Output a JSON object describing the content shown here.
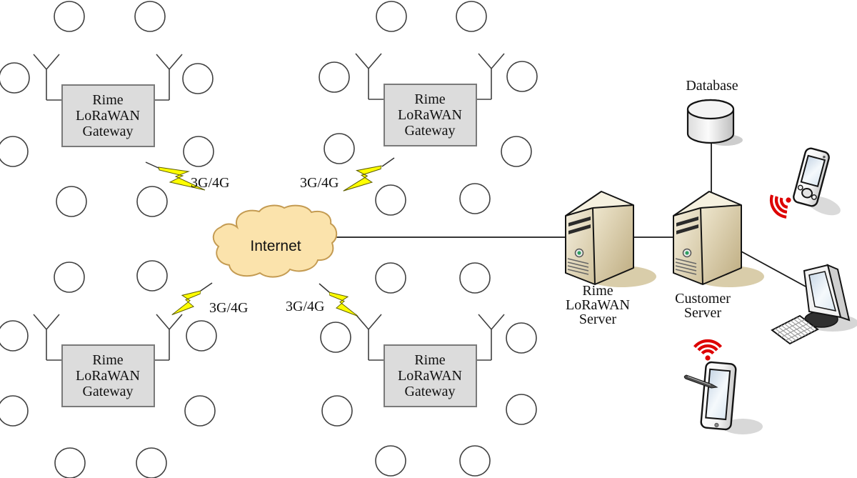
{
  "diagram": {
    "internet_label": "Internet",
    "link_label": "3G/4G",
    "gateway_label": {
      "line1": "Rime",
      "line2": "LoRaWAN",
      "line3": "Gateway"
    },
    "rime_server_label": {
      "line1": "Rime",
      "line2": "LoRaWAN",
      "line3": "Server"
    },
    "customer_server_label": {
      "line1": "Customer",
      "line2": "Server"
    },
    "database_label": "Database",
    "colors": {
      "cloud_fill": "#fbe3ac",
      "cloud_border": "#c49b52",
      "gateway_fill": "#dcdcdc",
      "gateway_border": "#7a7a7a",
      "lightning_fill": "#ffff00",
      "lightning_border": "#5c5c00",
      "wifi_signal": "#dd0000",
      "node_outline": "#404040",
      "line_color": "#1a1a1a",
      "power_led": "#2f9e60"
    }
  }
}
